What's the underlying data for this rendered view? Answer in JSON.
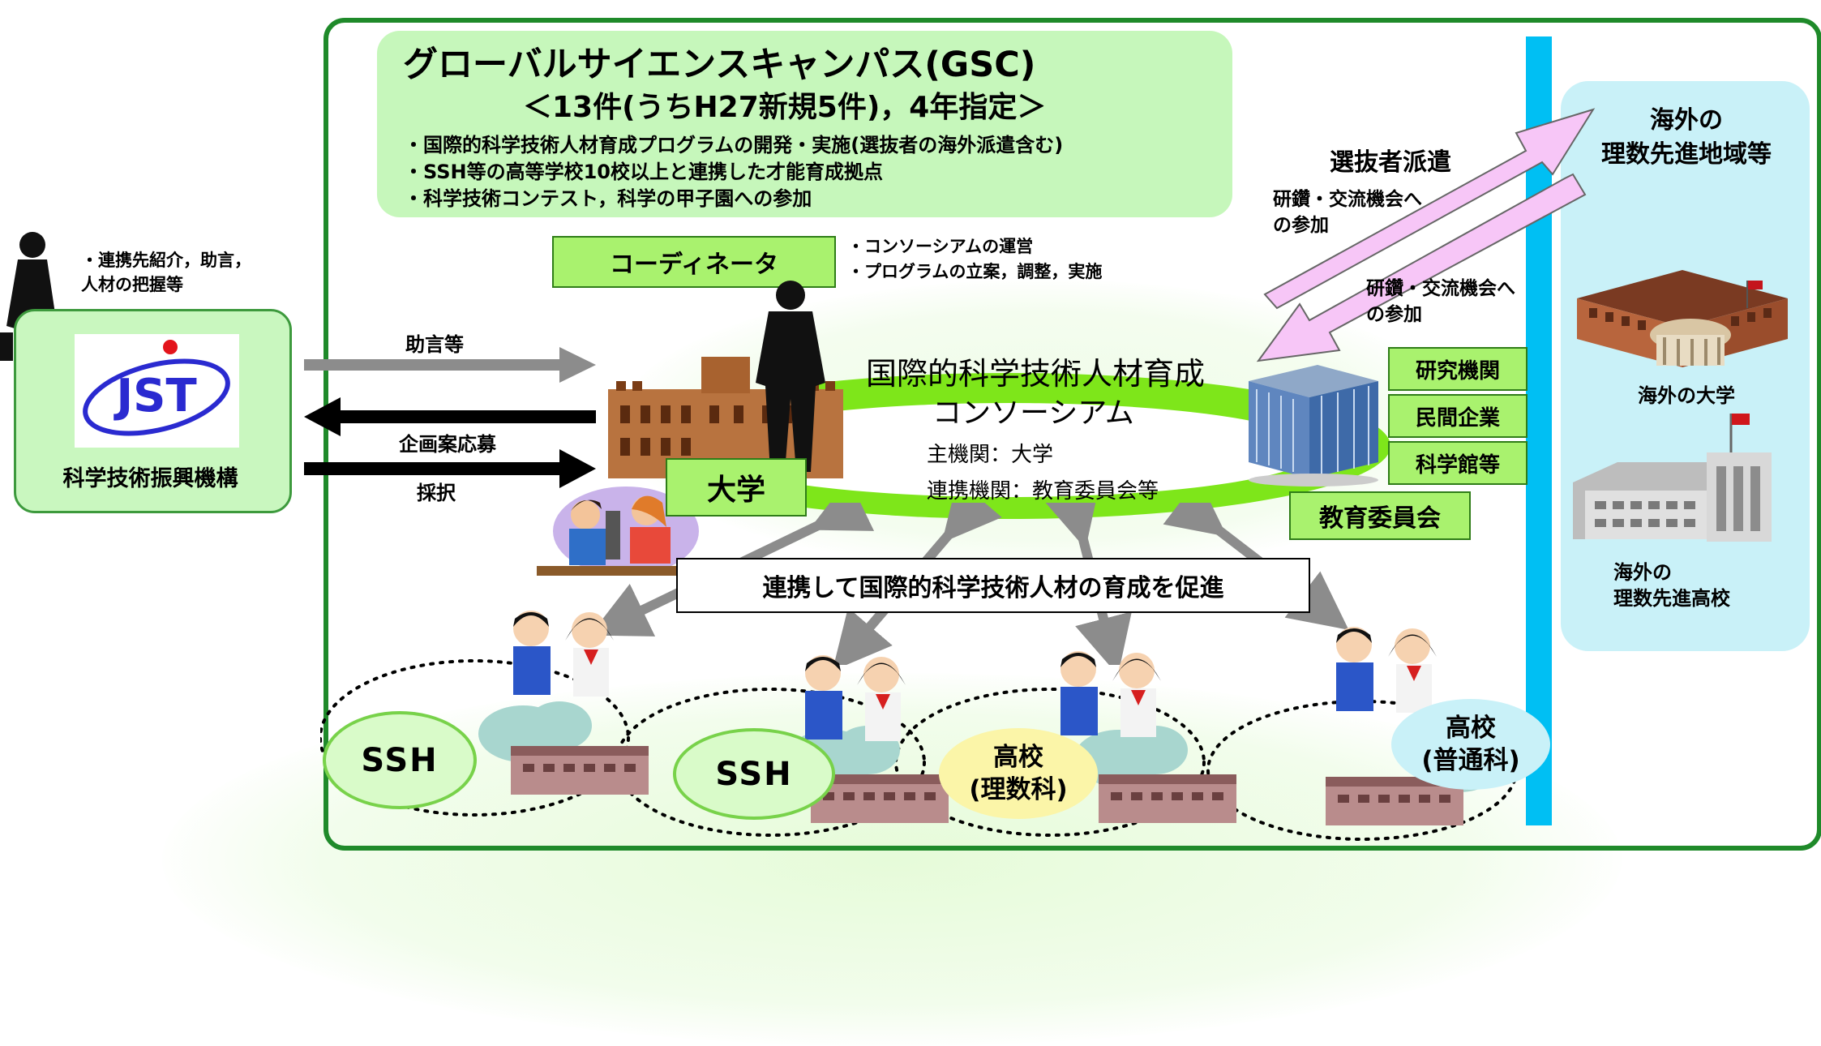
{
  "gsc": {
    "title": "グローバルサイエンスキャンパス(GSC)",
    "subtitle": "＜13件(うちH27新規5件)，4年指定＞",
    "bullets": [
      "・国際的科学技術人材育成プログラムの開発・実施(選抜者の海外派遣含む)",
      "・SSH等の高等学校10校以上と連携した才能育成拠点",
      "・科学技術コンテスト，科学の甲子園への参加"
    ]
  },
  "jst": {
    "notes": [
      "・連携先紹介，助言，",
      "人材の把握等"
    ],
    "logo_text": "JST",
    "label": "科学技術振興機構"
  },
  "coordinator": {
    "label": "コーディネータ",
    "duties": [
      "・コンソーシアムの運営",
      "・プログラムの立案，調整，実施"
    ]
  },
  "arrows": {
    "advice": "助言等",
    "proposal": "企画案応募",
    "adoption": "採択",
    "dispatch": "選抜者派遣",
    "training_up": [
      "研鑽・交流機会へ",
      "の参加"
    ],
    "training_down": [
      "研鑽・交流機会へ",
      "の参加"
    ]
  },
  "consortium": {
    "title_line1": "国際的科学技術人材育成",
    "title_line2": "コンソーシアム",
    "main_org": "主機関：大学",
    "partner_org": "連携機関：教育委員会等"
  },
  "university_label": "大学",
  "partners": [
    "研究機関",
    "民間企業",
    "科学館等"
  ],
  "board_of_education": "教育委員会",
  "promote": "連携して国際的科学技術人材の育成を促進",
  "schools": {
    "ssh1": "SSH",
    "ssh2": "SSH",
    "science_hs": [
      "高校",
      "(理数科)"
    ],
    "general_hs": [
      "高校",
      "(普通科)"
    ]
  },
  "overseas": {
    "title": [
      "海外の",
      "理数先進地域等"
    ],
    "university": "海外の大学",
    "highschool": [
      "海外の",
      "理数先進高校"
    ]
  },
  "colors": {
    "frame_green": "#1f8a2a",
    "light_green": "#c6f7bb",
    "lime": "#a9f26e",
    "cyan_bar": "#00bff3",
    "overseas_bg": "#c9f1f8",
    "arrow_pink": "#f7c6f7",
    "arrow_gray": "#8c8c8c"
  }
}
